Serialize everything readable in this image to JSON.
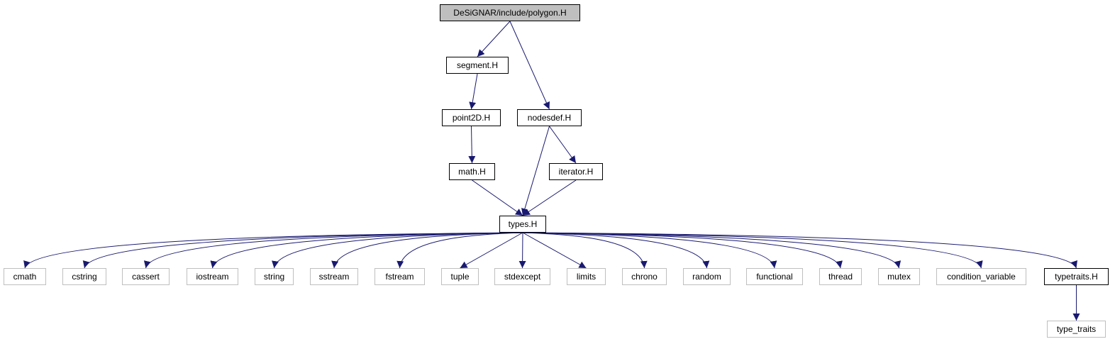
{
  "graph": {
    "node_colors": {
      "root_fill": "#bfbfbf",
      "documented_border": "#000000",
      "external_border": "#bfbfbf",
      "edge": "#191970"
    },
    "nodes": [
      {
        "id": "root",
        "label": "DeSiGNAR/include/polygon.H",
        "kind": "root"
      },
      {
        "id": "segment",
        "label": "segment.H",
        "kind": "documented"
      },
      {
        "id": "nodesdef",
        "label": "nodesdef.H",
        "kind": "documented"
      },
      {
        "id": "point2d",
        "label": "point2D.H",
        "kind": "documented"
      },
      {
        "id": "math",
        "label": "math.H",
        "kind": "documented"
      },
      {
        "id": "iterator",
        "label": "iterator.H",
        "kind": "documented"
      },
      {
        "id": "types",
        "label": "types.H",
        "kind": "documented"
      },
      {
        "id": "cmath",
        "label": "cmath",
        "kind": "external"
      },
      {
        "id": "cstring",
        "label": "cstring",
        "kind": "external"
      },
      {
        "id": "cassert",
        "label": "cassert",
        "kind": "external"
      },
      {
        "id": "iostream",
        "label": "iostream",
        "kind": "external"
      },
      {
        "id": "string",
        "label": "string",
        "kind": "external"
      },
      {
        "id": "sstream",
        "label": "sstream",
        "kind": "external"
      },
      {
        "id": "fstream",
        "label": "fstream",
        "kind": "external"
      },
      {
        "id": "tuple",
        "label": "tuple",
        "kind": "external"
      },
      {
        "id": "stdexcept",
        "label": "stdexcept",
        "kind": "external"
      },
      {
        "id": "limits",
        "label": "limits",
        "kind": "external"
      },
      {
        "id": "chrono",
        "label": "chrono",
        "kind": "external"
      },
      {
        "id": "random",
        "label": "random",
        "kind": "external"
      },
      {
        "id": "functional",
        "label": "functional",
        "kind": "external"
      },
      {
        "id": "thread",
        "label": "thread",
        "kind": "external"
      },
      {
        "id": "mutex",
        "label": "mutex",
        "kind": "external"
      },
      {
        "id": "condvar",
        "label": "condition_variable",
        "kind": "external"
      },
      {
        "id": "typetraitsH",
        "label": "typetraits.H",
        "kind": "documented"
      },
      {
        "id": "type_traits",
        "label": "type_traits",
        "kind": "external"
      }
    ],
    "edges": [
      [
        "root",
        "segment"
      ],
      [
        "root",
        "nodesdef"
      ],
      [
        "segment",
        "point2d"
      ],
      [
        "point2d",
        "math"
      ],
      [
        "math",
        "types"
      ],
      [
        "nodesdef",
        "types"
      ],
      [
        "nodesdef",
        "iterator"
      ],
      [
        "iterator",
        "types"
      ],
      [
        "types",
        "cmath"
      ],
      [
        "types",
        "cstring"
      ],
      [
        "types",
        "cassert"
      ],
      [
        "types",
        "iostream"
      ],
      [
        "types",
        "string"
      ],
      [
        "types",
        "sstream"
      ],
      [
        "types",
        "fstream"
      ],
      [
        "types",
        "tuple"
      ],
      [
        "types",
        "stdexcept"
      ],
      [
        "types",
        "limits"
      ],
      [
        "types",
        "chrono"
      ],
      [
        "types",
        "random"
      ],
      [
        "types",
        "functional"
      ],
      [
        "types",
        "thread"
      ],
      [
        "types",
        "mutex"
      ],
      [
        "types",
        "condvar"
      ],
      [
        "types",
        "typetraitsH"
      ],
      [
        "typetraitsH",
        "type_traits"
      ]
    ]
  }
}
